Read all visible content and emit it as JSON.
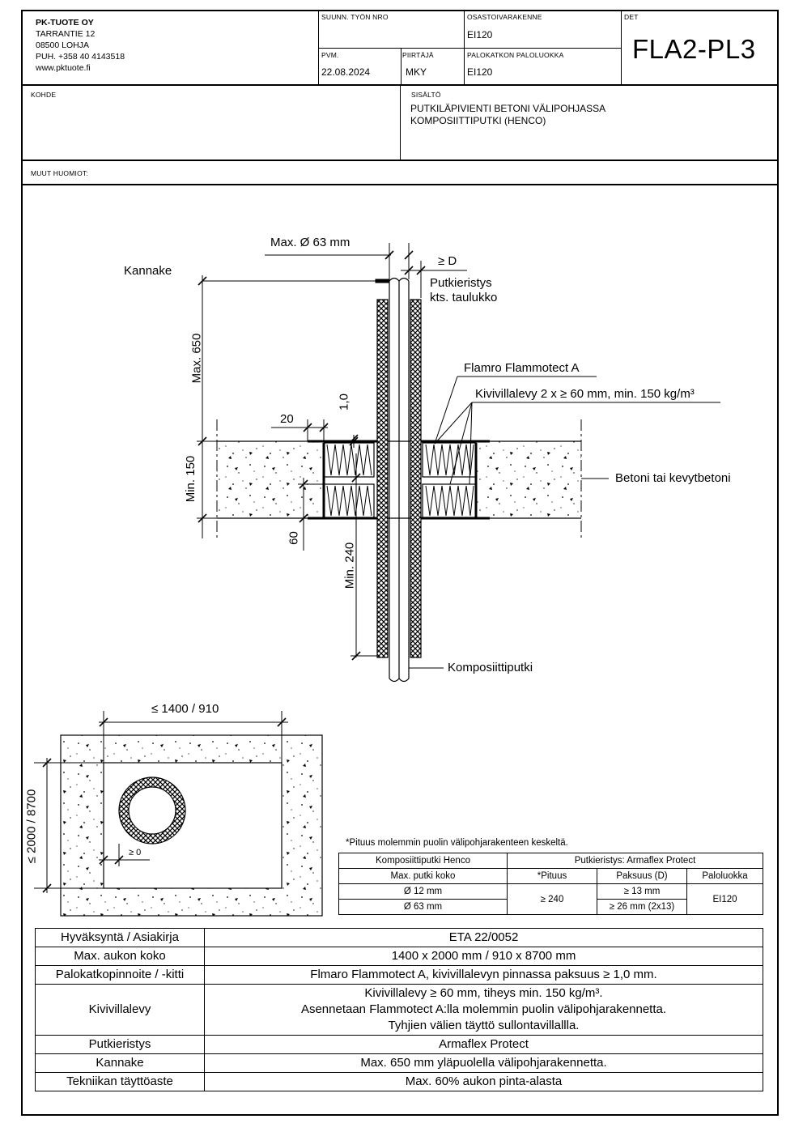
{
  "header": {
    "company": {
      "name": "PK-TUOTE OY",
      "street": "TARRANTIE 12",
      "postal": "08500 LOHJA",
      "phone": "PUH. +358 40 4143518",
      "web": "www.pktuote.fi"
    },
    "suunn_label": "SUUNN. TYÖN NRO",
    "suunn_value": "",
    "osasto_label": "OSASTOIVARAKENNE",
    "osasto_value": "EI120",
    "det_label": "DET",
    "det_value": "FLA2-PL3",
    "pvm_label": "PVM.",
    "pvm_value": "22.08.2024",
    "piirtaja_label": "PIIRTÄJÄ",
    "piirtaja_value": "MKY",
    "palo_label": "PALOKATKON PALOLUOKKA",
    "palo_value": "EI120",
    "kohde_label": "KOHDE",
    "sisalto_label": "SISÄLTÖ",
    "sisalto_line1": "PUTKILÄPIVIENTI BETONI VÄLIPOHJASSA",
    "sisalto_line2": "KOMPOSIITTIPUTKI (HENCO)",
    "huomiot_label": "MUUT HUOMIOT:"
  },
  "drawing": {
    "max_diam": "Max. Ø 63 mm",
    "ge_d": "≥ D",
    "kannake": "Kannake",
    "putkieristys1": "Putkieristys",
    "putkieristys2": "kts. taulukko",
    "max650": "Max. 650",
    "flamro": "Flamro Flammotect A",
    "kivivilla": "Kivivillalevy 2 x ≥ 60 mm, min. 150 kg/m³",
    "dim20": "20",
    "dim10": "1,0",
    "min150": "Min. 150",
    "betoni": "Betoni tai kevytbetoni",
    "dim60": "60",
    "min240": "Min. 240",
    "komposiitti": "Komposiittiputki",
    "plan_width": "≤ 1400 / 910",
    "plan_height": "≤ 2000 / 8700",
    "plan_gap": "≥ 0"
  },
  "spec_table": {
    "note": "*Pituus molemmin puolin välipohjarakenteen keskeltä.",
    "h1": "Komposiittiputki Henco",
    "h2": "Putkieristys: Armaflex Protect",
    "c1": "Max. putki koko",
    "c2": "*Pituus",
    "c3": "Paksuus (D)",
    "c4": "Paloluokka",
    "r1_size": "Ø 12 mm",
    "r2_size": "Ø 63 mm",
    "length": "≥ 240",
    "r1_thick": "≥ 13 mm",
    "r2_thick": "≥ 26 mm (2x13)",
    "class": "EI120"
  },
  "main_table": [
    {
      "label": "Hyväksyntä / Asiakirja",
      "value": "ETA 22/0052"
    },
    {
      "label": "Max. aukon koko",
      "value": "1400 x 2000 mm / 910 x 8700 mm"
    },
    {
      "label": "Palokatkopinnoite / -kitti",
      "value": "Flmaro Flammotect A, kivivillalevyn pinnassa paksuus ≥ 1,0 mm."
    },
    {
      "label": "Kivivillalevy",
      "value1": "Kivivillalevy ≥ 60 mm, tiheys min. 150 kg/m³.",
      "value2": "Asennetaan Flammotect A:lla molemmin puolin välipohjarakennetta.",
      "value3": "Tyhjien välien täyttö sullontavillallla."
    },
    {
      "label": "Putkieristys",
      "value": "Armaflex Protect"
    },
    {
      "label": "Kannake",
      "value": "Max. 650 mm yläpuolella välipohjarakennetta."
    },
    {
      "label": "Tekniikan täyttöaste",
      "value": "Max. 60% aukon pinta-alasta"
    }
  ]
}
